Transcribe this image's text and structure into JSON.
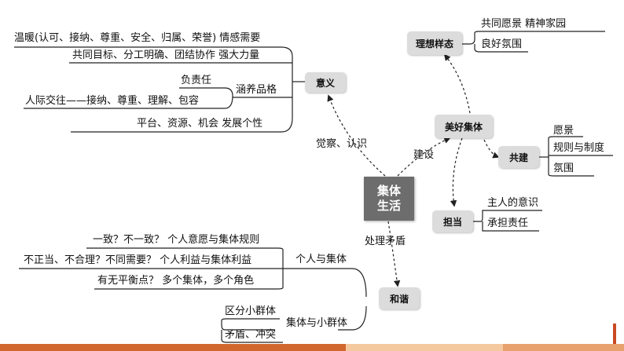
{
  "center": {
    "line1": "集体",
    "line2": "生活"
  },
  "nodes": {
    "yiyi": "意义",
    "meihao": "美好集体",
    "lixiang": "理想样态",
    "gongjian": "共建",
    "dandang": "担当",
    "hexie": "和谐"
  },
  "edge_labels": {
    "juecha": "觉察、认识",
    "jianshe": "建设",
    "chuli": "处理矛盾"
  },
  "yiyi_branch": {
    "row1": "温暖(认可、接纳、尊重、安全、归属、荣誉)  情感需要",
    "row2": "共同目标、分工明确、团结协作  强大力量",
    "row3_a": "负责任",
    "row3_b": "人际交往——接纳、尊重、理解、包容",
    "row3_head": "涵养品格",
    "row4": "平台、资源、机会  发展个性"
  },
  "lixiang_branch": {
    "item1": "共同愿景  精神家园",
    "item2": "良好氛围"
  },
  "gongjian_branch": {
    "item1": "愿景",
    "item2": "规则与制度",
    "item3": "氛围"
  },
  "dandang_branch": {
    "item1": "主人的意识",
    "item2": "承担责任"
  },
  "hexie_branch": {
    "group1_head": "个人与集体",
    "group1_item1": "一致？不一致？  个人意愿与集体规则",
    "group1_item2": "不正当、不合理？不同需要？  个人利益与集体利益",
    "group1_item3": "有无平衡点？  多个集体，多个角色",
    "group2_head": "集体与小群体",
    "group2_item1": "区分小群体",
    "group2_item2": "矛盾、冲突"
  },
  "colors": {
    "node_bg": "#dcdcdc",
    "center_bg": "#6d6d6d",
    "line": "#222222",
    "bar_orange": "#d2672e",
    "bar_light": "#f4c9a0",
    "bar_mid": "#e8a06c"
  }
}
